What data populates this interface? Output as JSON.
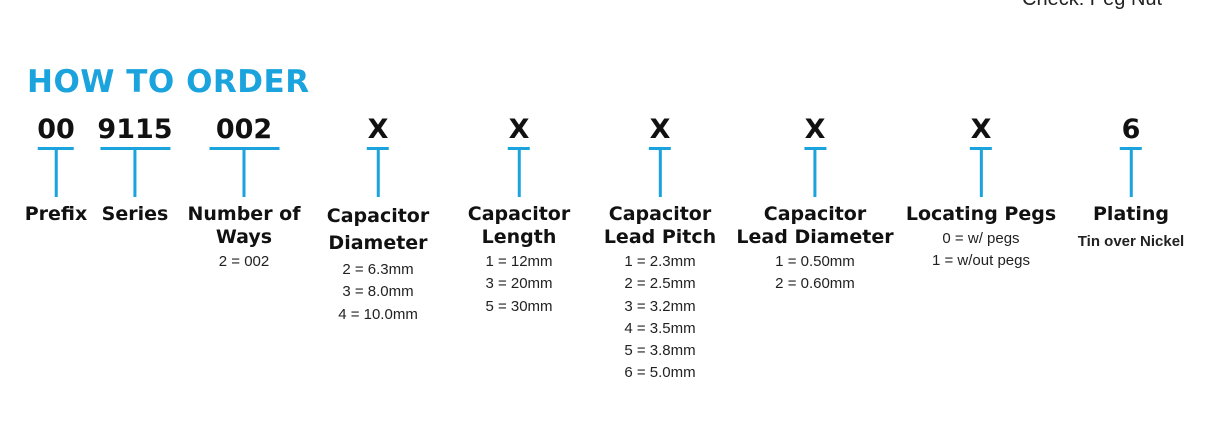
{
  "top_cut_text": "Check: Peg Nut",
  "heading": "HOW TO ORDER",
  "segments": [
    {
      "code": "00",
      "label_lines": [
        "Prefix"
      ]
    },
    {
      "code": "9115",
      "label_lines": [
        "Series"
      ]
    },
    {
      "code": "002",
      "label_lines": [
        "Number of",
        "Ways"
      ],
      "options": [
        "2 = 002"
      ]
    },
    {
      "code": "X",
      "label_lines": [
        "Capacitor",
        "Diameter"
      ],
      "options": [
        "2 = 6.3mm",
        "3 = 8.0mm",
        "4 = 10.0mm"
      ]
    },
    {
      "code": "X",
      "label_lines": [
        "Capacitor",
        "Length"
      ],
      "options": [
        "1 = 12mm",
        "3 = 20mm",
        "5 = 30mm"
      ]
    },
    {
      "code": "X",
      "label_lines": [
        "Capacitor",
        "Lead Pitch"
      ],
      "options": [
        "1 = 2.3mm",
        "2 = 2.5mm",
        "3 = 3.2mm",
        "4 = 3.5mm",
        "5 = 3.8mm",
        "6 = 5.0mm"
      ]
    },
    {
      "code": "X",
      "label_lines": [
        "Capacitor",
        "Lead Diameter"
      ],
      "options": [
        "1 = 0.50mm",
        "2 = 0.60mm"
      ]
    },
    {
      "code": "X",
      "label_lines": [
        "Locating Pegs"
      ],
      "options": [
        "0 = w/ pegs",
        "1 = w/out pegs"
      ]
    },
    {
      "code": "6",
      "label_lines": [
        "Plating"
      ],
      "note": "Tin over Nickel"
    }
  ],
  "colors": {
    "accent": "#1aa3dc",
    "text": "#111111"
  }
}
